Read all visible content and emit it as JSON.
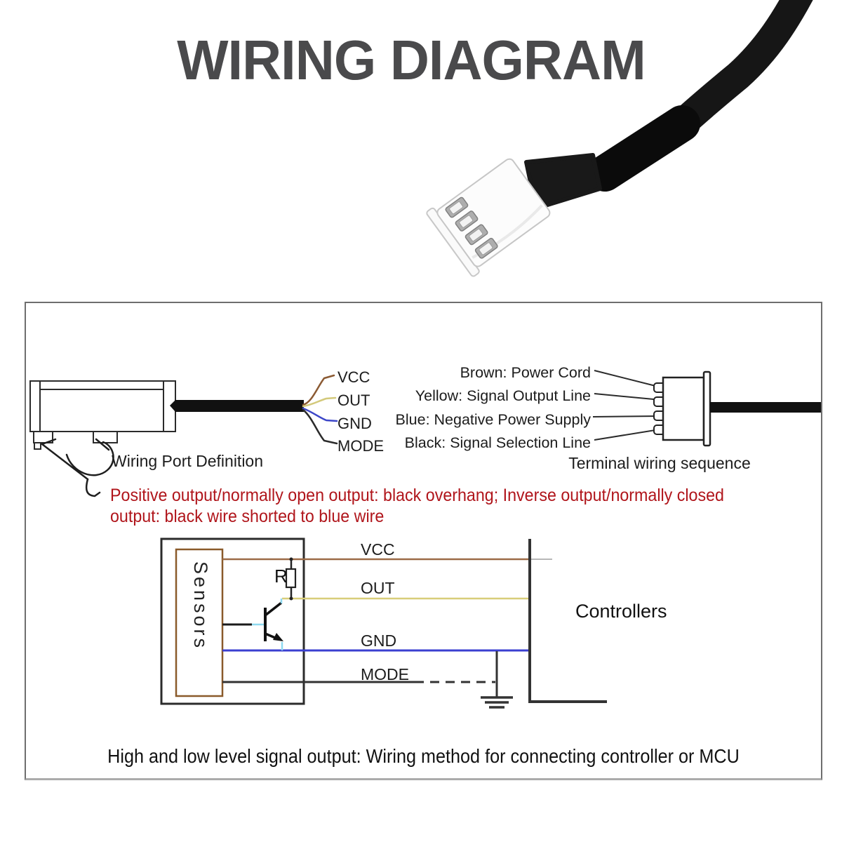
{
  "title": "WIRING DIAGRAM",
  "panel": {
    "port_definition": {
      "label": "Wiring Port Definition",
      "wires": [
        {
          "name": "VCC",
          "color": "#8b5a33"
        },
        {
          "name": "OUT",
          "color": "#d3c97b"
        },
        {
          "name": "GND",
          "color": "#3c46c8"
        },
        {
          "name": "MODE",
          "color": "#2b2b2b"
        }
      ]
    },
    "terminal": {
      "label": "Terminal wiring sequence",
      "lines": [
        "Brown: Power Cord",
        "Yellow: Signal Output Line",
        "Blue: Negative Power Supply",
        "Black: Signal Selection Line"
      ]
    },
    "note": {
      "color": "#b0151b",
      "line1": "Positive output/normally open output: black overhang; Inverse output/normally closed",
      "line2": "output: black wire shorted to blue wire"
    },
    "schematic": {
      "sensors_label": "Sensors",
      "controllers_label": "Controllers",
      "resistor_label": "R",
      "signals": [
        "VCC",
        "OUT",
        "GND",
        "MODE"
      ],
      "line_colors": {
        "vcc": "#9c6b47",
        "out": "#d8ce7a",
        "gnd": "#3a3fd0",
        "mode": "#333333"
      }
    },
    "caption": "High and low level signal output: Wiring method for connecting controller or MCU"
  }
}
